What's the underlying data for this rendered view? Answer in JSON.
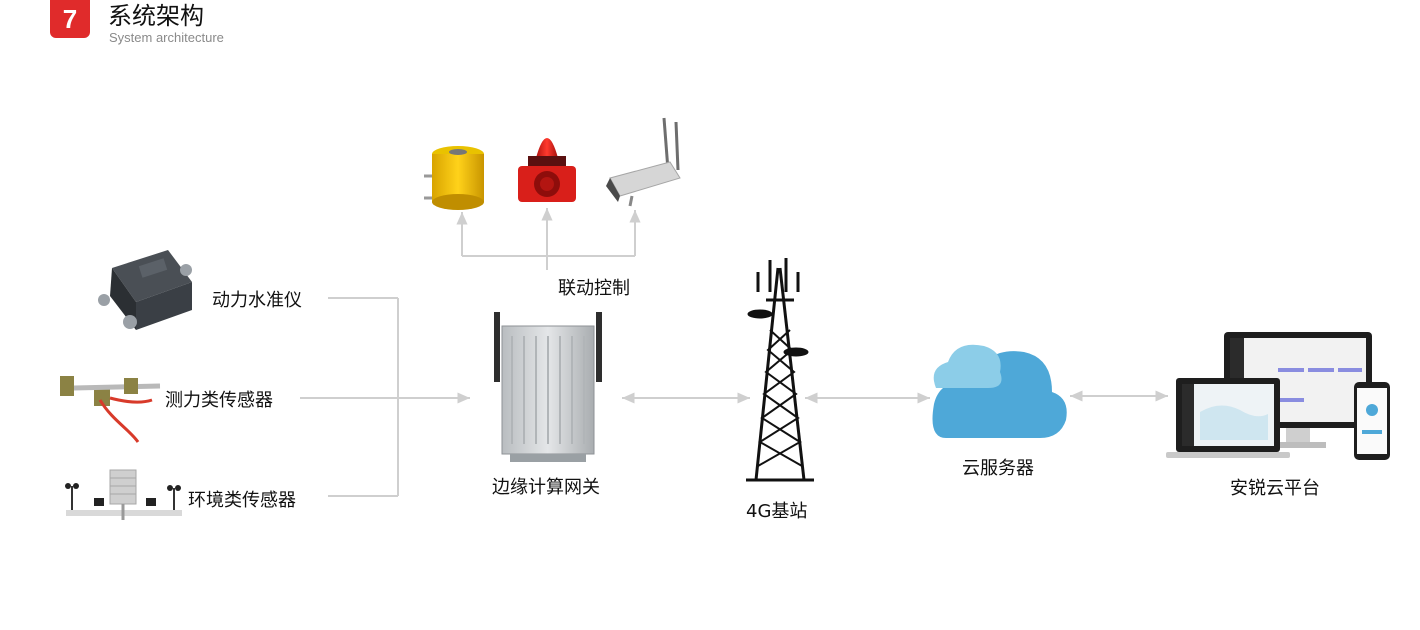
{
  "header": {
    "number": "7",
    "title": "系统架构",
    "subtitle": "System architecture"
  },
  "sensors": [
    {
      "id": "level",
      "label": "动力水准仪"
    },
    {
      "id": "force",
      "label": "测力类传感器"
    },
    {
      "id": "env",
      "label": "环境类传感器"
    }
  ],
  "control": {
    "label": "联动控制",
    "devices": [
      "hydraulic-jack",
      "alarm-light",
      "camera"
    ]
  },
  "nodes": {
    "gateway": "边缘计算网关",
    "tower": "4G基站",
    "cloud": "云服务器",
    "platform": "安锐云平台"
  },
  "colors": {
    "accent": "#e02b2b",
    "connector": "#cfcfcf",
    "cloud_front": "#4ea8d8",
    "cloud_back": "#8ccde8"
  }
}
